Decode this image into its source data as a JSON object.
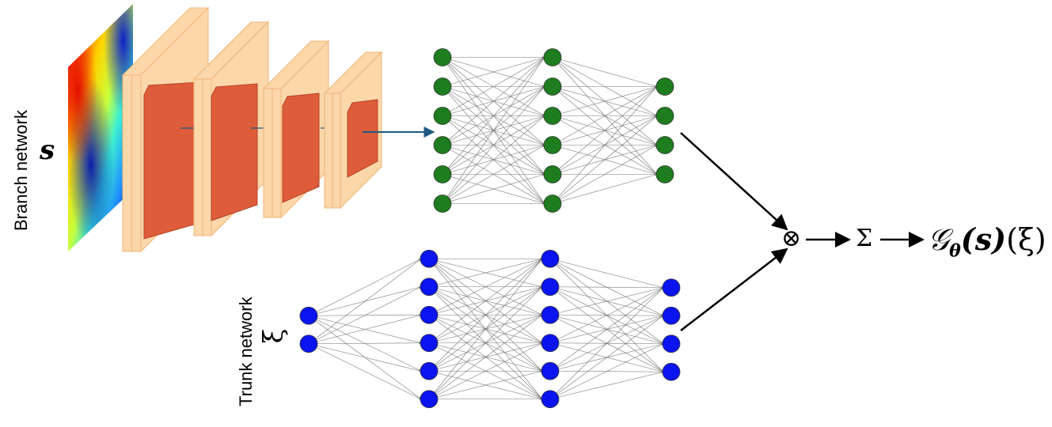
{
  "branch": {
    "label": "Branch network",
    "input_symbol": "s",
    "layers": [
      6,
      6,
      4
    ],
    "node_color": "#1e7d1e",
    "conv_block_count": 4
  },
  "trunk": {
    "label": "Trunk network",
    "input_symbol": "ξ",
    "layers": [
      2,
      6,
      6,
      4
    ],
    "node_color": "#0a14f0"
  },
  "combine": {
    "product_symbol": "⊗",
    "sum_symbol": "Σ",
    "output": {
      "main": "𝒢",
      "sub": "θ",
      "arg1": "(𝒔)",
      "arg2": "(ξ)"
    }
  },
  "colors": {
    "conv_face": "#fbd7aa",
    "conv_edge": "#f1b679",
    "conv_inner": "#dd5c3a",
    "edge": "#777777",
    "arrow_branch": "#205a82",
    "arrow": "#000000"
  }
}
